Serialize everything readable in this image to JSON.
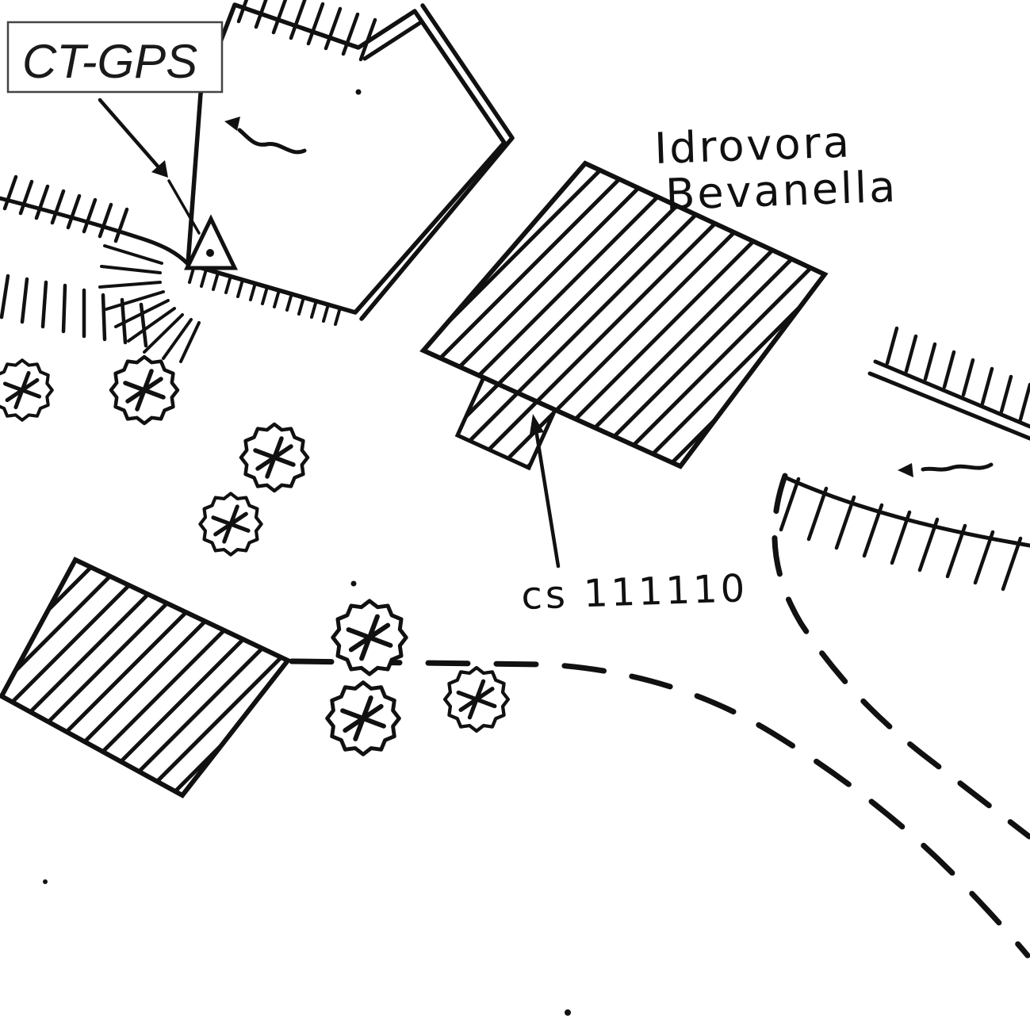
{
  "map": {
    "type": "hand-drawn site sketch map",
    "labels": {
      "station": "CT-GPS",
      "building_line1": "Idrovora",
      "building_line2": "Bevanella",
      "cs_code": "cs 111110"
    },
    "colors": {
      "ink": "#111111",
      "paper": "#ffffff",
      "label_box_border": "#444444"
    },
    "symbols": {
      "gps_marker": "triangle-with-center-dot",
      "tree": "scalloped-circle-with-asterisk",
      "building": "diagonal-hatched-polygon",
      "road": "dashed-line",
      "channel_bank": "tick-mark-comb",
      "flow_direction": "squiggly-arrow"
    },
    "counts": {
      "trees": 7,
      "hatched_buildings": 3,
      "flow_arrows": 2,
      "dashed_road_edges": 2
    }
  }
}
